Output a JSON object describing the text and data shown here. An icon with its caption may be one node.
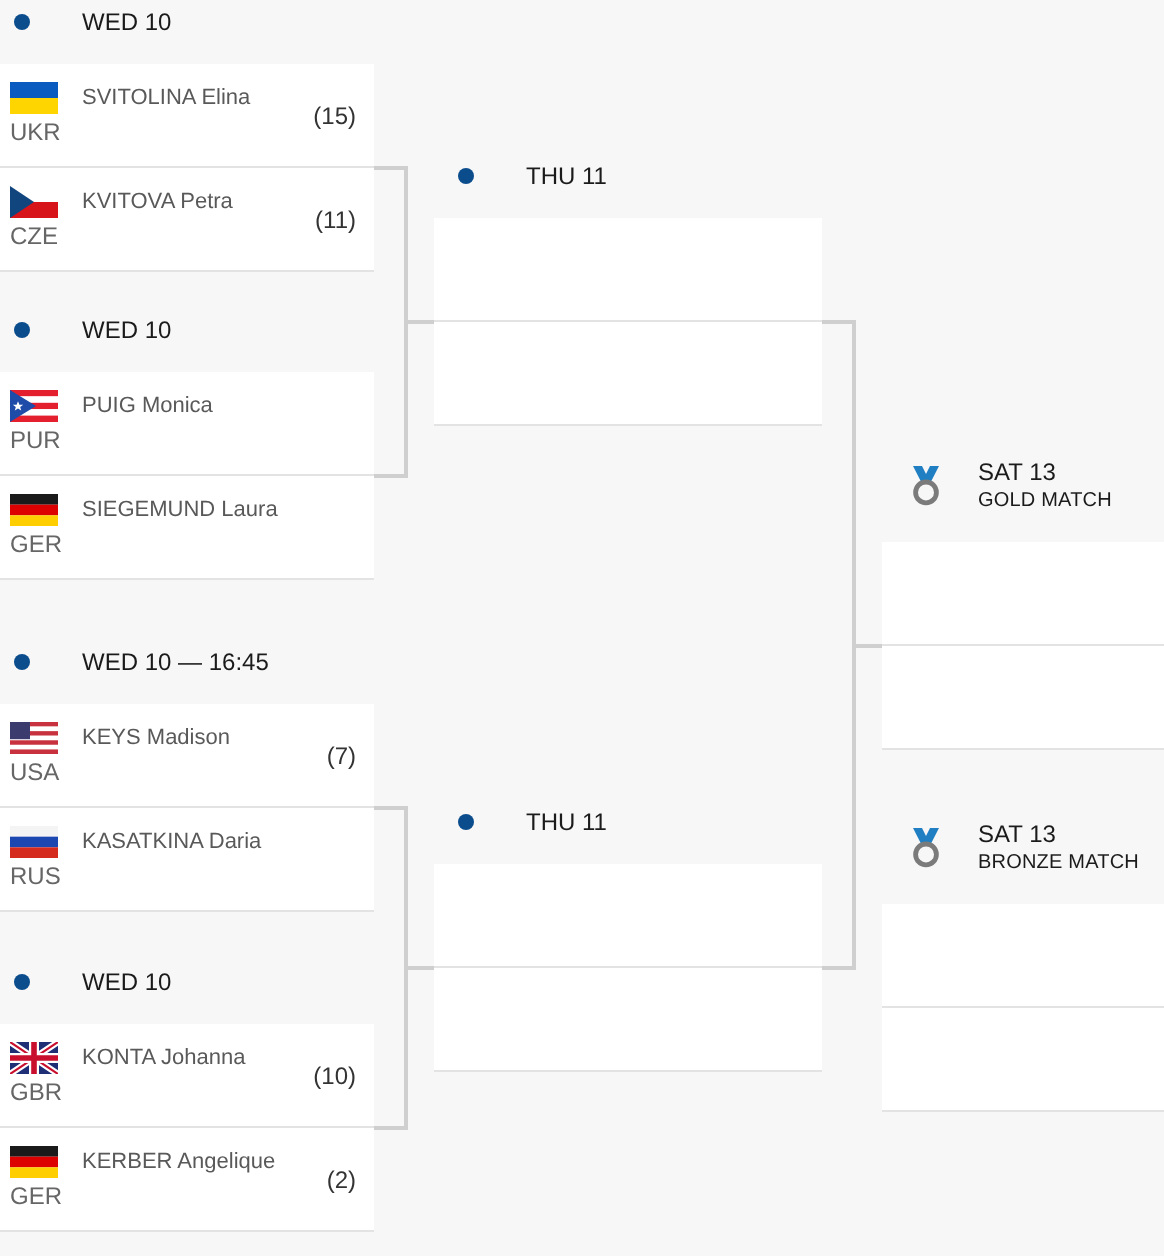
{
  "diagram": {
    "nodes": [
      {
        "text": [
          "WED 10"
        ]
      },
      {
        "text": [
          "UKR",
          "SVITOLINA Elina",
          "(15)"
        ],
        "in": 0
      },
      {
        "text": [
          "CZE",
          "KVITOVA Petra",
          "(11)"
        ],
        "in": 0
      },
      {
        "text": [
          "WED 10"
        ]
      },
      {
        "text": [
          "PUR",
          "PUIG Monica"
        ],
        "in": 3
      },
      {
        "text": [
          "GER",
          "SIEGEMUND Laura"
        ],
        "in": 3
      },
      {
        "text": [
          "WED 10 — 16:45"
        ]
      },
      {
        "text": [
          "USA",
          "KEYS Madison",
          "(7)"
        ],
        "in": 6
      },
      {
        "text": [
          "RUS",
          "KASATKINA Daria"
        ],
        "in": 6
      },
      {
        "text": [
          "WED 10"
        ]
      },
      {
        "text": [
          "GBR",
          "KONTA Johanna",
          "(10)"
        ],
        "in": 9
      },
      {
        "text": [
          "GER",
          "KERBER Angelique",
          "(2)"
        ],
        "in": 9
      },
      {
        "text": [
          "THU 11"
        ]
      },
      {
        "text": [],
        "shape": "box",
        "in": 12
      },
      {
        "text": [],
        "shape": "box",
        "in": 12
      },
      {
        "text": [
          "THU 11"
        ]
      },
      {
        "text": [],
        "shape": "box",
        "in": 15
      },
      {
        "text": [],
        "shape": "box",
        "in": 15
      },
      {
        "text": [
          "SAT 13",
          "GOLD MATCH"
        ]
      },
      {
        "text": [],
        "shape": "box",
        "in": 18
      },
      {
        "text": [],
        "shape": "box",
        "in": 18
      },
      {
        "text": [
          "SAT 13",
          "BRONZE MATCH"
        ]
      },
      {
        "text": [],
        "shape": "box",
        "in": 21
      },
      {
        "text": [],
        "shape": "box",
        "in": 21
      }
    ],
    "edges": [
      {
        "from": 0,
        "to": 12,
        "arrow": "none"
      },
      {
        "from": 3,
        "to": 12,
        "arrow": "none"
      },
      {
        "from": 6,
        "to": 15,
        "arrow": "none"
      },
      {
        "from": 9,
        "to": 15,
        "arrow": "none"
      },
      {
        "from": 12,
        "to": 18,
        "arrow": "none"
      },
      {
        "from": 15,
        "to": 18,
        "arrow": "none"
      }
    ]
  }
}
